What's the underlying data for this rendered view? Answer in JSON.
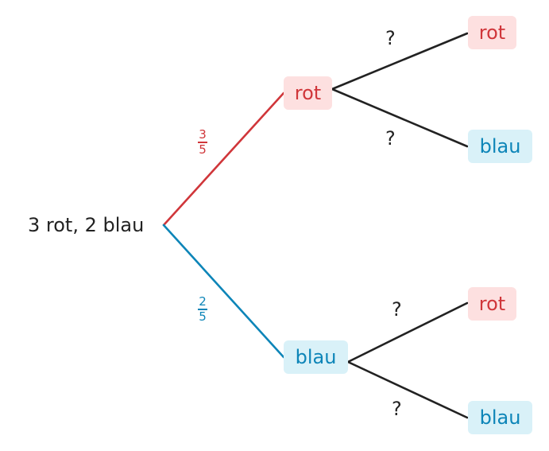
{
  "root": {
    "label": "3 rot, 2 blau"
  },
  "first_level": {
    "top": {
      "label": "rot",
      "probability": {
        "numerator": "3",
        "denominator": "5"
      }
    },
    "bottom": {
      "label": "blau",
      "probability": {
        "numerator": "2",
        "denominator": "5"
      }
    }
  },
  "second_level": {
    "after_rot": [
      {
        "label": "rot",
        "probability": "?"
      },
      {
        "label": "blau",
        "probability": "?"
      }
    ],
    "after_blau": [
      {
        "label": "rot",
        "probability": "?"
      },
      {
        "label": "blau",
        "probability": "?"
      }
    ]
  },
  "colors": {
    "red_text": "#d0363a",
    "red_fill": "#fde0e0",
    "blue_text": "#0d85b8",
    "blue_fill": "#d9f1f8",
    "dark": "#222222"
  }
}
